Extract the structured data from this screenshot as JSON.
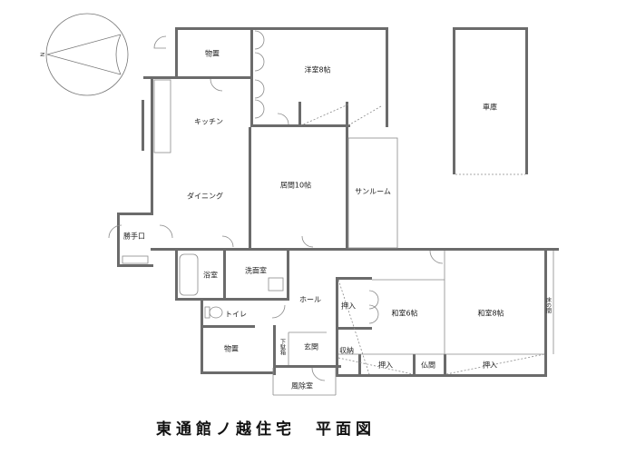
{
  "title": "東通館ノ越住宅　平面図",
  "compass": {
    "north_label": "N"
  },
  "rooms": {
    "storage_top": "物置",
    "western_room": "洋室8帖",
    "garage": "車庫",
    "kitchen": "キッチン",
    "dining": "ダイニング",
    "living": "居間10帖",
    "sunroom": "サンルーム",
    "back_door": "勝手口",
    "bath": "浴室",
    "washroom": "洗面室",
    "hall": "ホール",
    "toilet": "トイレ",
    "storage_bottom": "物置",
    "entrance": "玄関",
    "shoe_box": "下駄箱",
    "windbreak_room": "風除室",
    "closet_storage": "収納",
    "oshiire_left": "押入",
    "oshiire_bottom_left": "押入",
    "butsuma": "仏間",
    "oshiire_bottom_right": "押入",
    "japanese_6": "和室6帖",
    "japanese_8": "和室8帖",
    "tokonoma": "床の間"
  },
  "colors": {
    "wall": "#6b6b6b",
    "line": "#8a8a8a",
    "background": "#ffffff"
  }
}
